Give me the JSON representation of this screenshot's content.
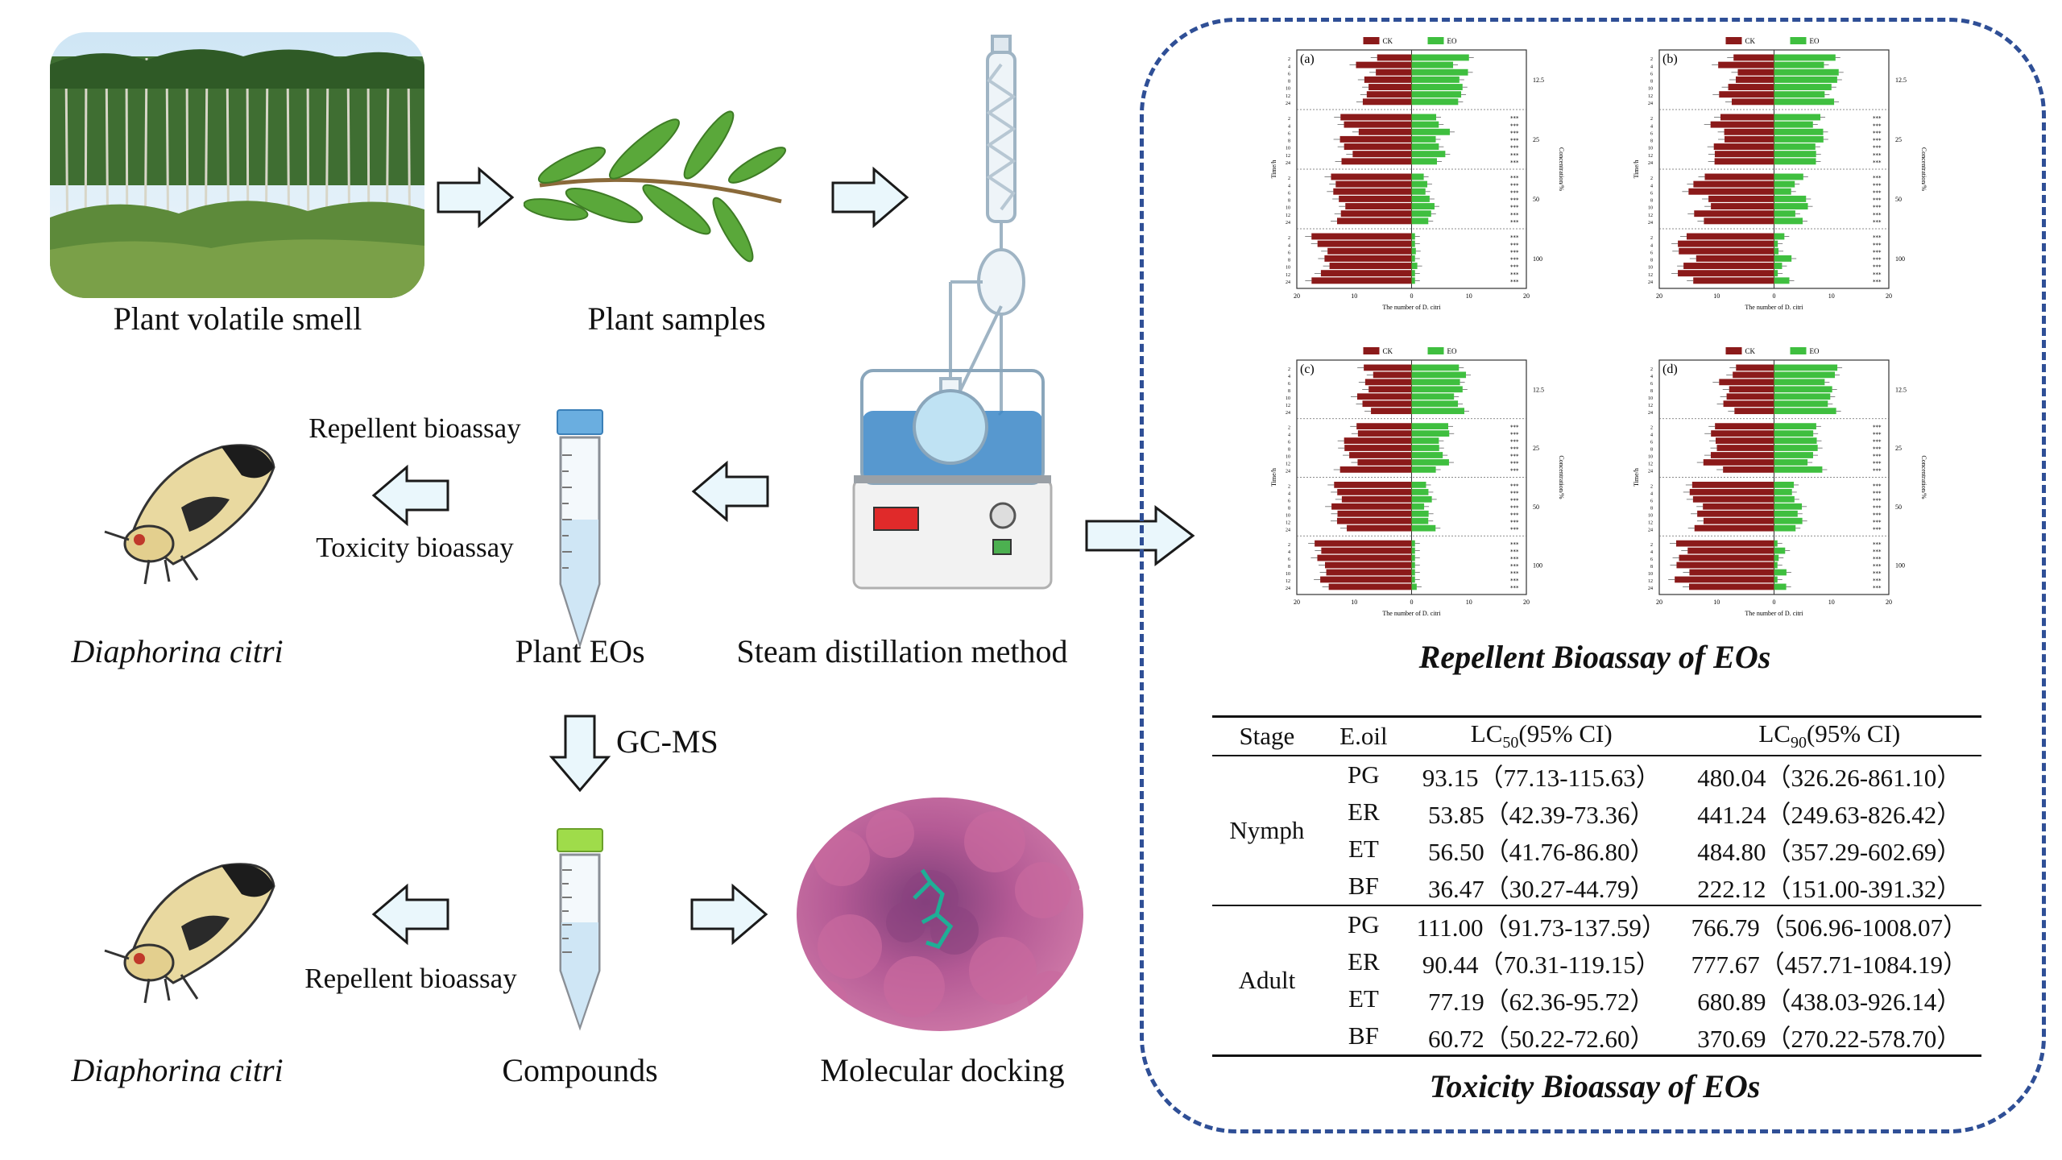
{
  "captions": {
    "plant_volatile": "Plant volatile smell",
    "plant_samples": "Plant samples",
    "steam_distillation": "Steam distillation method",
    "plant_eos": "Plant EOs",
    "repellent_bioassay_1": "Repellent bioassay",
    "toxicity_bioassay": "Toxicity bioassay",
    "diaphorina_1": "Diaphorina citri",
    "gcms": "GC-MS",
    "compounds": "Compounds",
    "molecular_docking": "Molecular docking",
    "repellent_bioassay_2": "Repellent bioassay",
    "diaphorina_2": "Diaphorina citri"
  },
  "right_box": {
    "repellent_title": "Repellent Bioassay of EOs",
    "toxicity_title": "Toxicity Bioassay of EOs"
  },
  "panels": [
    {
      "label": "(a)",
      "legend_ck": "CK",
      "legend_eo": "EO",
      "xlabel": "The number of D. citri",
      "ylabel": "Time/h",
      "y2label": "Concentration/%"
    },
    {
      "label": "(b)",
      "legend_ck": "CK",
      "legend_eo": "EO",
      "xlabel": "The number of D. citri",
      "ylabel": "Time/h",
      "y2label": "Concentration/%"
    },
    {
      "label": "(c)",
      "legend_ck": "CK",
      "legend_eo": "EO",
      "xlabel": "The number of D. citri",
      "ylabel": "Time/h",
      "y2label": "Concentration/%"
    },
    {
      "label": "(d)",
      "legend_ck": "CK",
      "legend_eo": "EO",
      "xlabel": "The number of D. citri",
      "ylabel": "Time/h",
      "y2label": "Concentration/%"
    }
  ],
  "panel_common": {
    "times": [
      "2",
      "4",
      "6",
      "8",
      "10",
      "12",
      "24"
    ],
    "concentrations": [
      "12.5",
      "25",
      "50",
      "100"
    ],
    "xticks": [
      "20",
      "10",
      "0",
      "10",
      "20"
    ]
  },
  "table": {
    "headers": [
      "Stage",
      "E.oil",
      "LC50(95% CI)",
      "LC90(95% CI)"
    ],
    "groups": [
      {
        "stage": "Nymph",
        "rows": [
          {
            "oil": "PG",
            "lc50": "93.15（77.13-115.63）",
            "lc90": "480.04（326.26-861.10）"
          },
          {
            "oil": "ER",
            "lc50": "53.85（42.39-73.36）",
            "lc90": "441.24（249.63-826.42）"
          },
          {
            "oil": "ET",
            "lc50": "56.50（41.76-86.80）",
            "lc90": "484.80（357.29-602.69）"
          },
          {
            "oil": "BF",
            "lc50": "36.47（30.27-44.79）",
            "lc90": "222.12（151.00-391.32）"
          }
        ]
      },
      {
        "stage": "Adult",
        "rows": [
          {
            "oil": "PG",
            "lc50": "111.00（91.73-137.59）",
            "lc90": "766.79（506.96-1008.07）"
          },
          {
            "oil": "ER",
            "lc50": "90.44（70.31-119.15）",
            "lc90": "777.67（457.71-1084.19）"
          },
          {
            "oil": "ET",
            "lc50": "77.19（62.36-95.72）",
            "lc90": "680.89（438.03-926.14）"
          },
          {
            "oil": "BF",
            "lc50": "60.72（50.22-72.60）",
            "lc90": "370.69（270.22-578.70）"
          }
        ]
      }
    ]
  },
  "colors": {
    "ck_bar": "#8b1a1a",
    "eo_bar": "#3fbf3f",
    "arrow_fill": "#eaf7fc",
    "arrow_stroke": "#1a1a1a",
    "dash_border": "#2f4f96"
  }
}
